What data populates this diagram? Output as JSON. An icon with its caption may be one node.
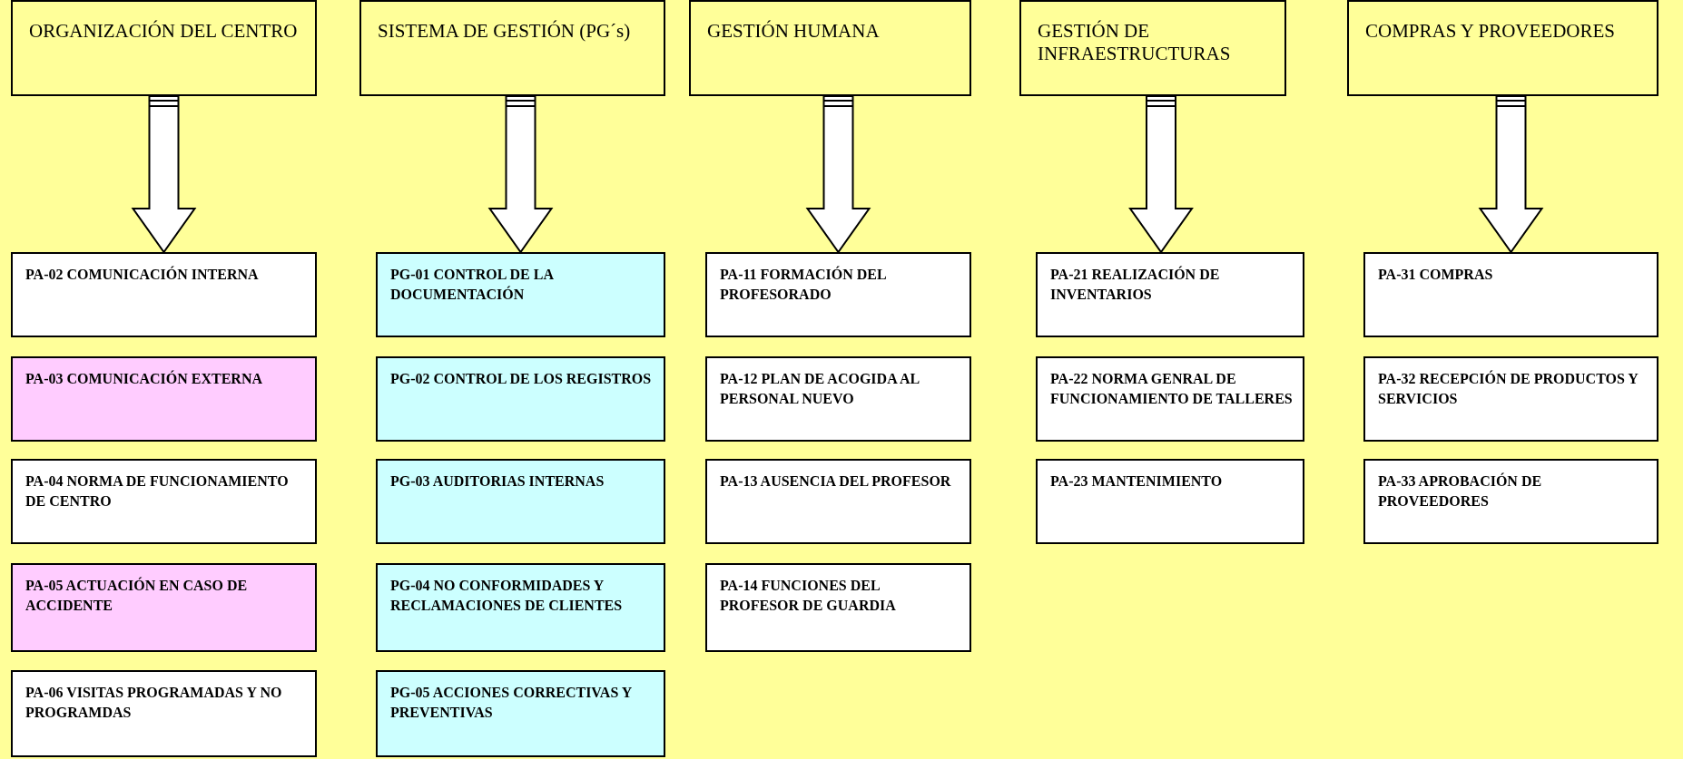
{
  "diagram": {
    "nodes": [
      {
        "text": [
          "ORGANIZACIÓN DEL CENTRO"
        ]
      },
      {
        "text": [
          "PA-02 COMUNICACIÓN INTERNA"
        ]
      },
      {
        "text": [
          "PA-03 COMUNICACIÓN EXTERNA"
        ]
      },
      {
        "text": [
          "PA-04 NORMA DE FUNCIONAMIENTO DE CENTRO"
        ]
      },
      {
        "text": [
          "PA-05 ACTUACIÓN EN CASO DE ACCIDENTE"
        ]
      },
      {
        "text": [
          "PA-06 VISITAS PROGRAMADAS Y NO PROGRAMDAS"
        ]
      },
      {
        "text": [
          "SISTEMA DE GESTIÓN (PG´s)"
        ]
      },
      {
        "text": [
          "PG-01 CONTROL DE LA DOCUMENTACIÓN"
        ]
      },
      {
        "text": [
          "PG-02 CONTROL DE LOS REGISTROS"
        ]
      },
      {
        "text": [
          "PG-03 AUDITORIAS INTERNAS"
        ]
      },
      {
        "text": [
          "PG-04 NO CONFORMIDADES Y RECLAMACIONES DE CLIENTES"
        ]
      },
      {
        "text": [
          "PG-05 ACCIONES CORRECTIVAS Y PREVENTIVAS"
        ]
      },
      {
        "text": [
          "GESTIÓN HUMANA"
        ]
      },
      {
        "text": [
          "PA-11 FORMACIÓN DEL PROFESORADO"
        ]
      },
      {
        "text": [
          "PA-12 PLAN DE ACOGIDA AL PERSONAL NUEVO"
        ]
      },
      {
        "text": [
          "PA-13 AUSENCIA DEL PROFESOR"
        ]
      },
      {
        "text": [
          "PA-14 FUNCIONES DEL PROFESOR DE GUARDIA"
        ]
      },
      {
        "text": [
          "GESTIÓN DE INFRAESTRUCTURAS"
        ]
      },
      {
        "text": [
          "PA-21 REALIZACIÓN DE INVENTARIOS"
        ]
      },
      {
        "text": [
          "PA-22 NORMA GENRAL DE FUNCIONAMIENTO DE TALLERES"
        ]
      },
      {
        "text": [
          "PA-23 MANTENIMIENTO"
        ]
      },
      {
        "text": [
          "COMPRAS Y PROVEEDORES"
        ]
      },
      {
        "text": [
          "PA-31 COMPRAS"
        ]
      },
      {
        "text": [
          "PA-32 RECEPCIÓN DE PRODUCTOS Y SERVICIOS"
        ]
      },
      {
        "text": [
          "PA-33 APROBACIÓN DE PROVEEDORES"
        ]
      }
    ],
    "edges": [
      {
        "from": 0,
        "to": 1,
        "arrow": "to"
      },
      {
        "from": 6,
        "to": 7,
        "arrow": "to"
      },
      {
        "from": 12,
        "to": 13,
        "arrow": "to"
      },
      {
        "from": 17,
        "to": 18,
        "arrow": "to"
      },
      {
        "from": 21,
        "to": 22,
        "arrow": "to"
      }
    ]
  }
}
